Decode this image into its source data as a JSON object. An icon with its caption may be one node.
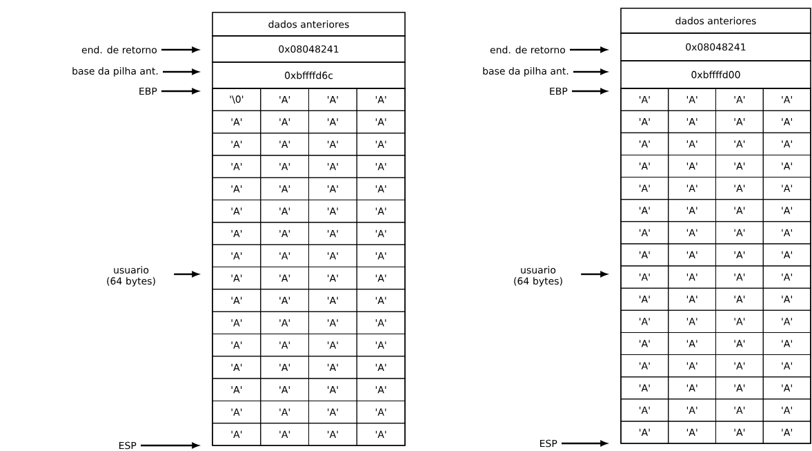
{
  "diagram": {
    "nodes": [
      {
        "text": [
          "end. de retorno"
        ]
      },
      {
        "text": [
          "base da pilha ant."
        ]
      },
      {
        "text": [
          "EBP"
        ]
      },
      {
        "text": [
          "usuario (64 bytes)"
        ]
      },
      {
        "text": [
          "ESP"
        ]
      },
      {
        "text": [
          "dados anteriores"
        ]
      },
      {
        "text": [
          "0x08048241"
        ]
      },
      {
        "text": [
          "0xbffffd6c"
        ]
      },
      {
        "text": [],
        "shape": "box"
      },
      {
        "text": [
          "end. de retorno"
        ]
      },
      {
        "text": [
          "base da pilha ant."
        ]
      },
      {
        "text": [
          "EBP"
        ]
      },
      {
        "text": [
          "usuario (64 bytes)"
        ]
      },
      {
        "text": [
          "ESP"
        ]
      },
      {
        "text": [
          "dados anteriores"
        ]
      },
      {
        "text": [
          "0x08048241"
        ]
      },
      {
        "text": [
          "0xbffffd00"
        ]
      },
      {
        "text": [],
        "shape": "box"
      }
    ],
    "edges": [
      {
        "from": 0,
        "to": 6,
        "arrow": "to"
      },
      {
        "from": 1,
        "to": 7,
        "arrow": "to"
      },
      {
        "from": 2,
        "to": 8,
        "arrow": "to"
      },
      {
        "from": 3,
        "to": 8,
        "arrow": "to"
      },
      {
        "from": 4,
        "to": 8,
        "arrow": "to"
      },
      {
        "from": 9,
        "to": 15,
        "arrow": "to"
      },
      {
        "from": 10,
        "to": 16,
        "arrow": "to"
      },
      {
        "from": 11,
        "to": 17,
        "arrow": "to"
      },
      {
        "from": 12,
        "to": 17,
        "arrow": "to"
      },
      {
        "from": 13,
        "to": 17,
        "arrow": "to"
      }
    ],
    "labels": [
      "'\\0'",
      "'A'",
      "'A'",
      "'A'",
      "'A'",
      "'A'",
      "'A'",
      "'A'",
      "'A'",
      "'A'",
      "'A'",
      "'A'",
      "'A'",
      "'A'",
      "'A'",
      "'A'",
      "'A'",
      "'A'",
      "'A'",
      "'A'",
      "'A'",
      "'A'",
      "'A'",
      "'A'",
      "'A'",
      "'A'",
      "'A'",
      "'A'",
      "'A'",
      "'A'",
      "'A'",
      "'A'",
      "'A'",
      "'A'",
      "'A'",
      "'A'",
      "'A'",
      "'A'",
      "'A'",
      "'A'",
      "'A'",
      "'A'",
      "'A'",
      "'A'",
      "'A'",
      "'A'",
      "'A'",
      "'A'",
      "'A'",
      "'A'",
      "'A'",
      "'A'",
      "'A'",
      "'A'",
      "'A'",
      "'A'",
      "'A'",
      "'A'",
      "'A'",
      "'A'",
      "'A'",
      "'A'",
      "'A'",
      "'A'",
      "'A'",
      "'A'",
      "'A'",
      "'A'",
      "'A'",
      "'A'",
      "'A'",
      "'A'",
      "'A'",
      "'A'",
      "'A'",
      "'A'",
      "'A'",
      "'A'",
      "'A'",
      "'A'",
      "'A'",
      "'A'",
      "'A'",
      "'A'",
      "'A'",
      "'A'",
      "'A'",
      "'A'",
      "'A'",
      "'A'",
      "'A'",
      "'A'",
      "'A'",
      "'A'",
      "'A'",
      "'A'",
      "'A'",
      "'A'",
      "'A'",
      "'A'",
      "'A'",
      "'A'",
      "'A'",
      "'A'",
      "'A'",
      "'A'",
      "'A'",
      "'A'",
      "'A'",
      "'A'",
      "'A'",
      "'A'",
      "'A'",
      "'A'",
      "'A'",
      "'A'",
      "'A'",
      "'A'",
      "'A'",
      "'A'",
      "'A'",
      "'A'",
      "'A'",
      "'A'",
      "'A'",
      "'A'",
      "'A'",
      "'A'"
    ]
  }
}
